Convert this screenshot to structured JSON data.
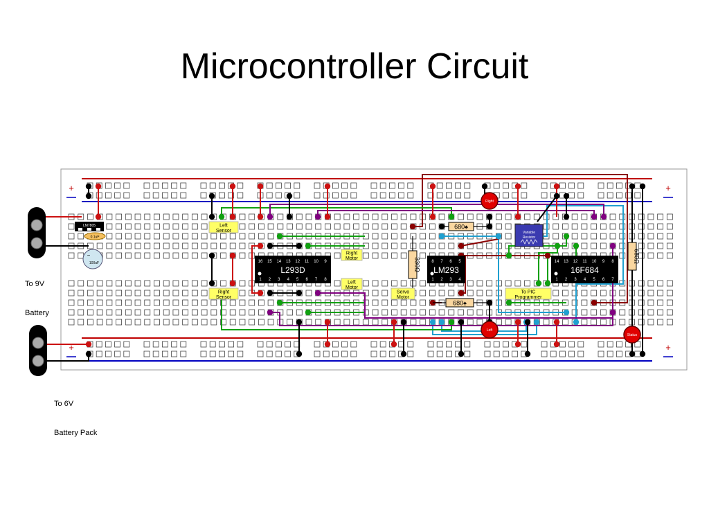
{
  "title": "Microcontroller Circuit",
  "battery_9v_label_1": "To 9V",
  "battery_9v_label_2": "Battery",
  "battery_6v_label_1": "To 6V",
  "battery_6v_label_2": "Battery Pack",
  "rail_plus": "+",
  "chips": {
    "l293d": "L293D",
    "lm293": "LM293",
    "pic": "16F684",
    "regulator": "LM7805"
  },
  "l293d_pins_top": [
    "16",
    "15",
    "14",
    "13",
    "12",
    "11",
    "10",
    "9"
  ],
  "l293d_pins_bottom": [
    "1",
    "2",
    "3",
    "4",
    "5",
    "6",
    "7",
    "8"
  ],
  "lm293_pins_top": [
    "8",
    "7",
    "6",
    "5"
  ],
  "lm293_pins_bottom": [
    "1",
    "2",
    "3",
    "4"
  ],
  "pic_pins_top": [
    "14",
    "13",
    "12",
    "11",
    "10",
    "9",
    "8"
  ],
  "pic_pins_bottom": [
    "1",
    "2",
    "3",
    "4",
    "5",
    "6",
    "7"
  ],
  "capacitor_small": "0.1uF",
  "capacitor_big": "100uF",
  "resistors": {
    "r1": "680♠",
    "r2": "680♠",
    "r3": "330Ω",
    "r4": "680Ω"
  },
  "pot": {
    "line1": "Variable",
    "line2": "Resistor"
  },
  "tags": {
    "left_sensor": "Left\nSensor",
    "right_sensor": "Right\nSensor",
    "right_motor": "Right\nMotor",
    "left_motor": "Left\nMotor",
    "servo_motor": "Servo\nMotor",
    "pic_programmer": "To PIC\nProgrammer"
  },
  "leds": {
    "top": "Right",
    "bottom": "Left",
    "right": "Status"
  },
  "colors": {
    "red_rail": "#c00000",
    "blue_rail": "#0000c0",
    "wire_red": "#cc1111",
    "wire_black": "#000000",
    "wire_green": "#10a010",
    "wire_purple": "#800080",
    "wire_darkred": "#8b0000",
    "wire_cyan": "#20a0d0",
    "tag_yellow": "#ffff66",
    "resistor": "#fad7a0",
    "pot": "#3a3ab0"
  }
}
